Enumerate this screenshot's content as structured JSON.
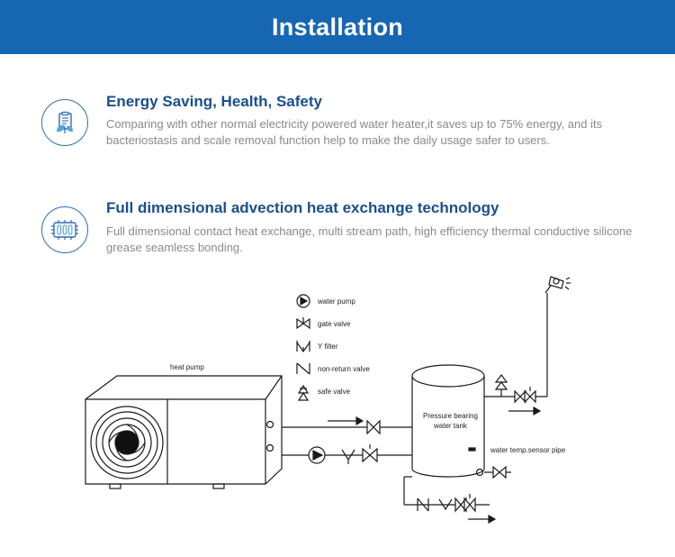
{
  "header": {
    "title": "Installation"
  },
  "features": [
    {
      "title": "Energy Saving, Health, Safety",
      "description": "Comparing with other normal electricity powered water heater,it saves up to 75% energy, and its bacteriostasis and scale removal function help to make the daily usage safer to users.",
      "icon": "energy-document-leaf-icon"
    },
    {
      "title": "Full dimensional advection heat exchange technology",
      "description": "Full dimensional contact heat exchange, multi stream path, high efficiency thermal conductive silicone grease seamless bonding.",
      "icon": "heat-exchanger-icon"
    }
  ],
  "diagram": {
    "legend": [
      {
        "label": "water pump",
        "icon": "water-pump-symbol"
      },
      {
        "label": "gate valve",
        "icon": "gate-valve-symbol"
      },
      {
        "label": "Y filter",
        "icon": "y-filter-symbol"
      },
      {
        "label": "non-return valve",
        "icon": "non-return-valve-symbol"
      },
      {
        "label": "safe valve",
        "icon": "safe-valve-symbol"
      }
    ],
    "heat_pump_label": "heat pump",
    "tank_label_line1": "Pressure bearing",
    "tank_label_line2": "water tank",
    "sensor_label": "water temp.sensor pipe"
  },
  "colors": {
    "banner": "#1666b2",
    "feature_title": "#1a4f8d",
    "feature_text": "#8a8a8a",
    "icon_stroke": "#2d6db4",
    "icon_accent": "#5aa3e0"
  }
}
